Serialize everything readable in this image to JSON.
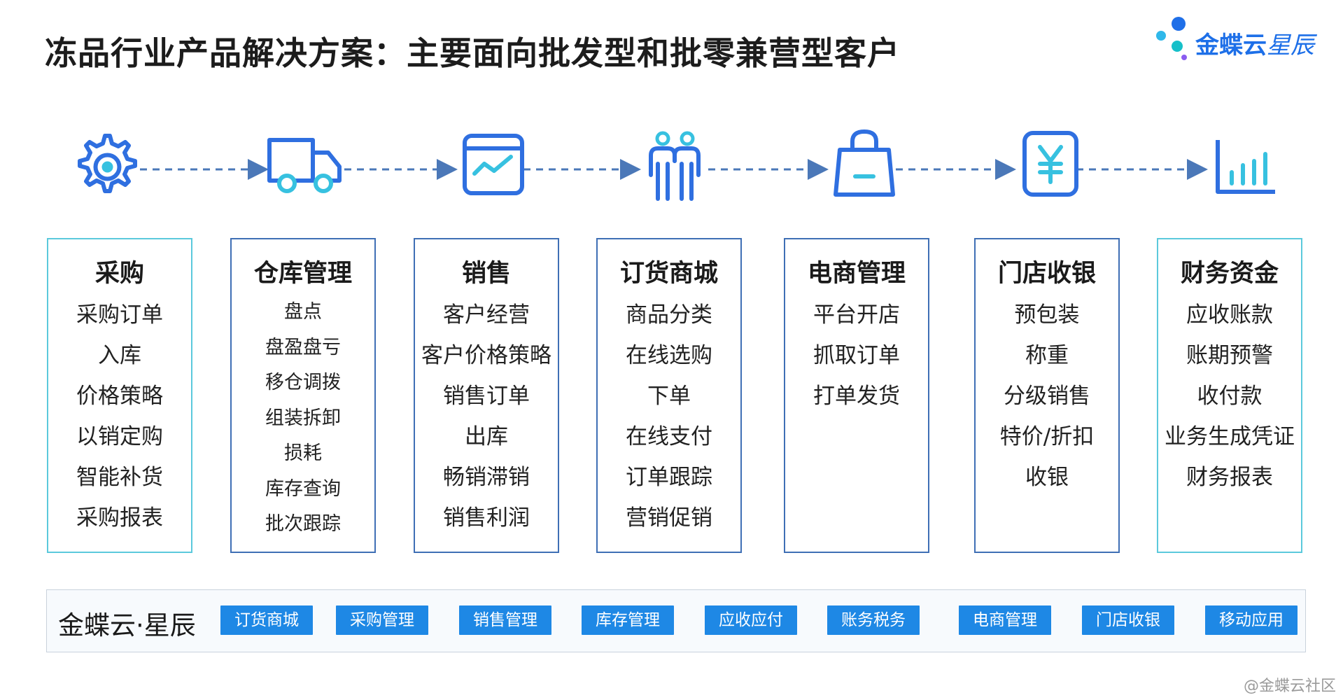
{
  "title": "冻品行业产品解决方案：主要面向批发型和批零兼营型客户",
  "brand": {
    "name": "金蝶云",
    "sub": "星辰"
  },
  "icons": [
    "gear-icon",
    "truck-icon",
    "chart-icon",
    "people-icon",
    "shopping-bag-icon",
    "yen-icon",
    "bar-chart-icon"
  ],
  "columns": [
    {
      "title": "采购",
      "items": [
        "采购订单",
        "入库",
        "价格策略",
        "以销定购",
        "智能补货",
        "采购报表"
      ]
    },
    {
      "title": "仓库管理",
      "items": [
        "盘点",
        "盘盈盘亏",
        "移仓调拨",
        "组装拆卸",
        "损耗",
        "库存查询",
        "批次跟踪"
      ]
    },
    {
      "title": "销售",
      "items": [
        "客户经营",
        "客户价格策略",
        "销售订单",
        "出库",
        "畅销滞销",
        "销售利润"
      ]
    },
    {
      "title": "订货商城",
      "items": [
        "商品分类",
        "在线选购",
        "下单",
        "在线支付",
        "订单跟踪",
        "营销促销"
      ]
    },
    {
      "title": "电商管理",
      "items": [
        "平台开店",
        "抓取订单",
        "打单发货"
      ]
    },
    {
      "title": "门店收银",
      "items": [
        "预包装",
        "称重",
        "分级销售",
        "特价/折扣",
        "收银"
      ]
    },
    {
      "title": "财务资金",
      "items": [
        "应收账款",
        "账期预警",
        "收付款",
        "业务生成凭证",
        "财务报表"
      ]
    }
  ],
  "bottom": {
    "brand": "金蝶云·星辰",
    "modules": [
      "订货商城",
      "采购管理",
      "销售管理",
      "库存管理",
      "应收应付",
      "账务税务",
      "电商管理",
      "门店收银",
      "移动应用"
    ]
  },
  "watermark": "@金蝶云社区",
  "colors": {
    "icon_blue": "#2f6fe0",
    "icon_cyan": "#37c1e0",
    "pill": "#1e88e5",
    "border_blue": "#3f6fb5",
    "border_cyan": "#5bc9dc"
  }
}
